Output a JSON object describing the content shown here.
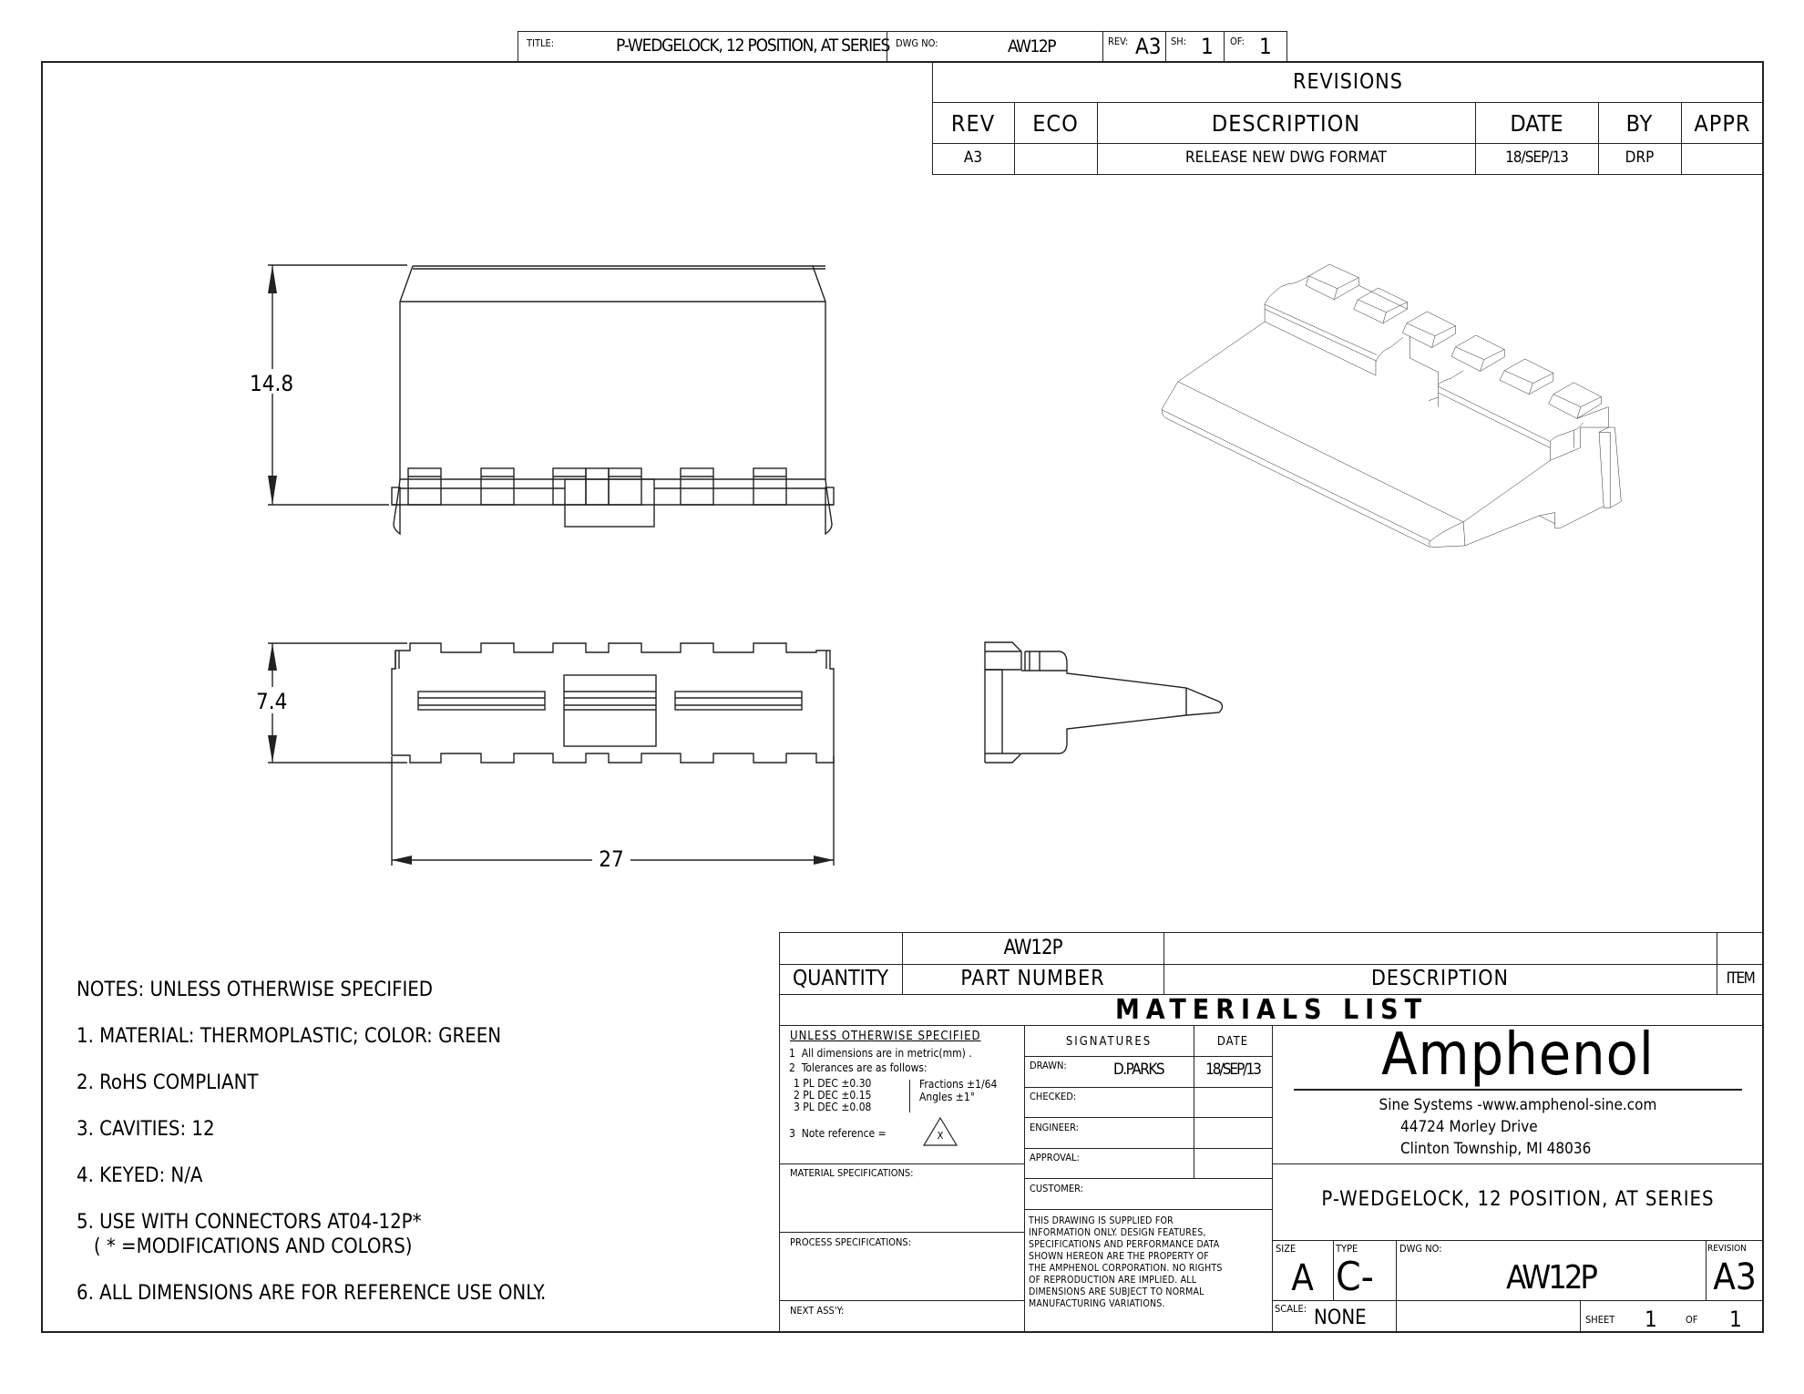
{
  "title_strip": {
    "title_label": "TITLE:",
    "title": "P-WEDGELOCK, 12 POSITION, AT SERIES",
    "dwg_no_label": "DWG NO:",
    "dwg_no": "AW12P",
    "rev_label": "REV:",
    "rev": "A3",
    "sh_label": "SH:",
    "sh": "1",
    "of_label": "OF:",
    "of": "1"
  },
  "revisions": {
    "heading": "REVISIONS",
    "columns": [
      "REV",
      "ECO",
      "DESCRIPTION",
      "DATE",
      "BY",
      "APPR"
    ],
    "rows": [
      {
        "rev": "A3",
        "eco": "",
        "description": "RELEASE NEW DWG FORMAT",
        "date": "18/SEP/13",
        "by": "DRP",
        "appr": ""
      }
    ]
  },
  "dimensions": {
    "height": "14.8",
    "depth": "7.4",
    "width": "27"
  },
  "notes": {
    "heading": "NOTES: UNLESS OTHERWISE SPECIFIED",
    "items": [
      "1. MATERIAL: THERMOPLASTIC; COLOR: GREEN",
      "2. RoHS COMPLIANT",
      "3. CAVITIES: 12",
      "4. KEYED: N/A",
      "5. USE WITH CONNECTORS AT04-12P*",
      "   ( * =MODIFICATIONS AND COLORS)",
      "6. ALL DIMENSIONS ARE FOR REFERENCE USE ONLY."
    ]
  },
  "materials_list": {
    "heading": "MATERIALS LIST",
    "columns": {
      "quantity": "QUANTITY",
      "part_number": "PART NUMBER",
      "description": "DESCRIPTION",
      "item": "ITEM"
    },
    "rows": [
      {
        "quantity": "",
        "part_number": "AW12P",
        "description": "",
        "item": ""
      }
    ]
  },
  "tolerances": {
    "heading": "UNLESS OTHERWISE SPECIFIED",
    "line1": "1  All dimensions are in metric(mm) .",
    "line2": "2  Tolerances are as follows:",
    "dec": [
      "1 PL DEC ±0.30",
      "2 PL DEC ±0.15",
      "3 PL DEC ±0.08"
    ],
    "fractions": "Fractions ±1/64",
    "angles": "Angles ±1°",
    "note_ref": "3  Note reference =",
    "note_symbol": "X"
  },
  "specs": {
    "material": "MATERIAL SPECIFICATIONS:",
    "process": "PROCESS SPECIFICATIONS:",
    "next_assy": "NEXT ASS'Y:"
  },
  "signatures": {
    "heading": "SIGNATURES",
    "date_heading": "DATE",
    "drawn_label": "DRAWN:",
    "drawn_by": "D.PARKS",
    "drawn_date": "18/SEP/13",
    "checked_label": "CHECKED:",
    "engineer_label": "ENGINEER:",
    "approval_label": "APPROVAL:",
    "customer_label": "CUSTOMER:",
    "disclaimer": [
      "THIS DRAWING IS SUPPLIED FOR",
      "INFORMATION ONLY. DESIGN FEATURES,",
      "SPECIFICATIONS AND PERFORMANCE DATA",
      "SHOWN HEREON ARE THE PROPERTY OF",
      "THE AMPHENOL CORPORATION. NO RIGHTS",
      "OF REPRODUCTION ARE IMPLIED. ALL",
      "DIMENSIONS ARE SUBJECT TO NORMAL",
      "MANUFACTURING VARIATIONS."
    ]
  },
  "company": {
    "name": "Amphenol",
    "line1": "Sine Systems -www.amphenol-sine.com",
    "line2": "44724 Morley Drive",
    "line3": "Clinton Township, MI 48036"
  },
  "title_block": {
    "title": "P-WEDGELOCK, 12 POSITION, AT SERIES",
    "size_label": "SIZE",
    "size": "A",
    "type_label": "TYPE",
    "type": "C-",
    "dwg_no_label": "DWG NO:",
    "dwg_no": "AW12P",
    "revision_label": "REVISION",
    "revision": "A3",
    "scale_label": "SCALE:",
    "scale": "NONE",
    "sheet_label": "SHEET",
    "sheet": "1",
    "of_label": "OF",
    "of": "1"
  }
}
